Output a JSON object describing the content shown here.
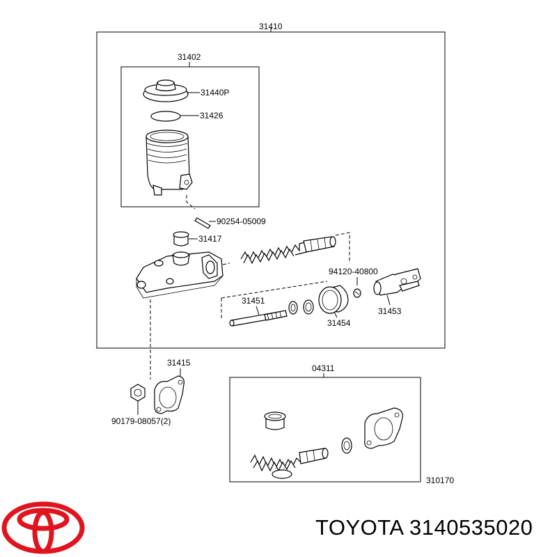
{
  "labels": {
    "assembly": "31410",
    "reservoir": "31402",
    "cap": "31440P",
    "seal": "31426",
    "pin": "90254-05009",
    "grommet": "31417",
    "snapring": "94120-40800",
    "pushrod": "31451",
    "boot": "31454",
    "clevis": "31453",
    "gasket": "31415",
    "nut": "90179-08057(2)",
    "kit": "04311",
    "figure": "310170"
  },
  "footer": {
    "brand": "TOYOTA",
    "part_number": "3140535020"
  },
  "colors": {
    "logo": "#e0141e",
    "ink": "#000000"
  }
}
